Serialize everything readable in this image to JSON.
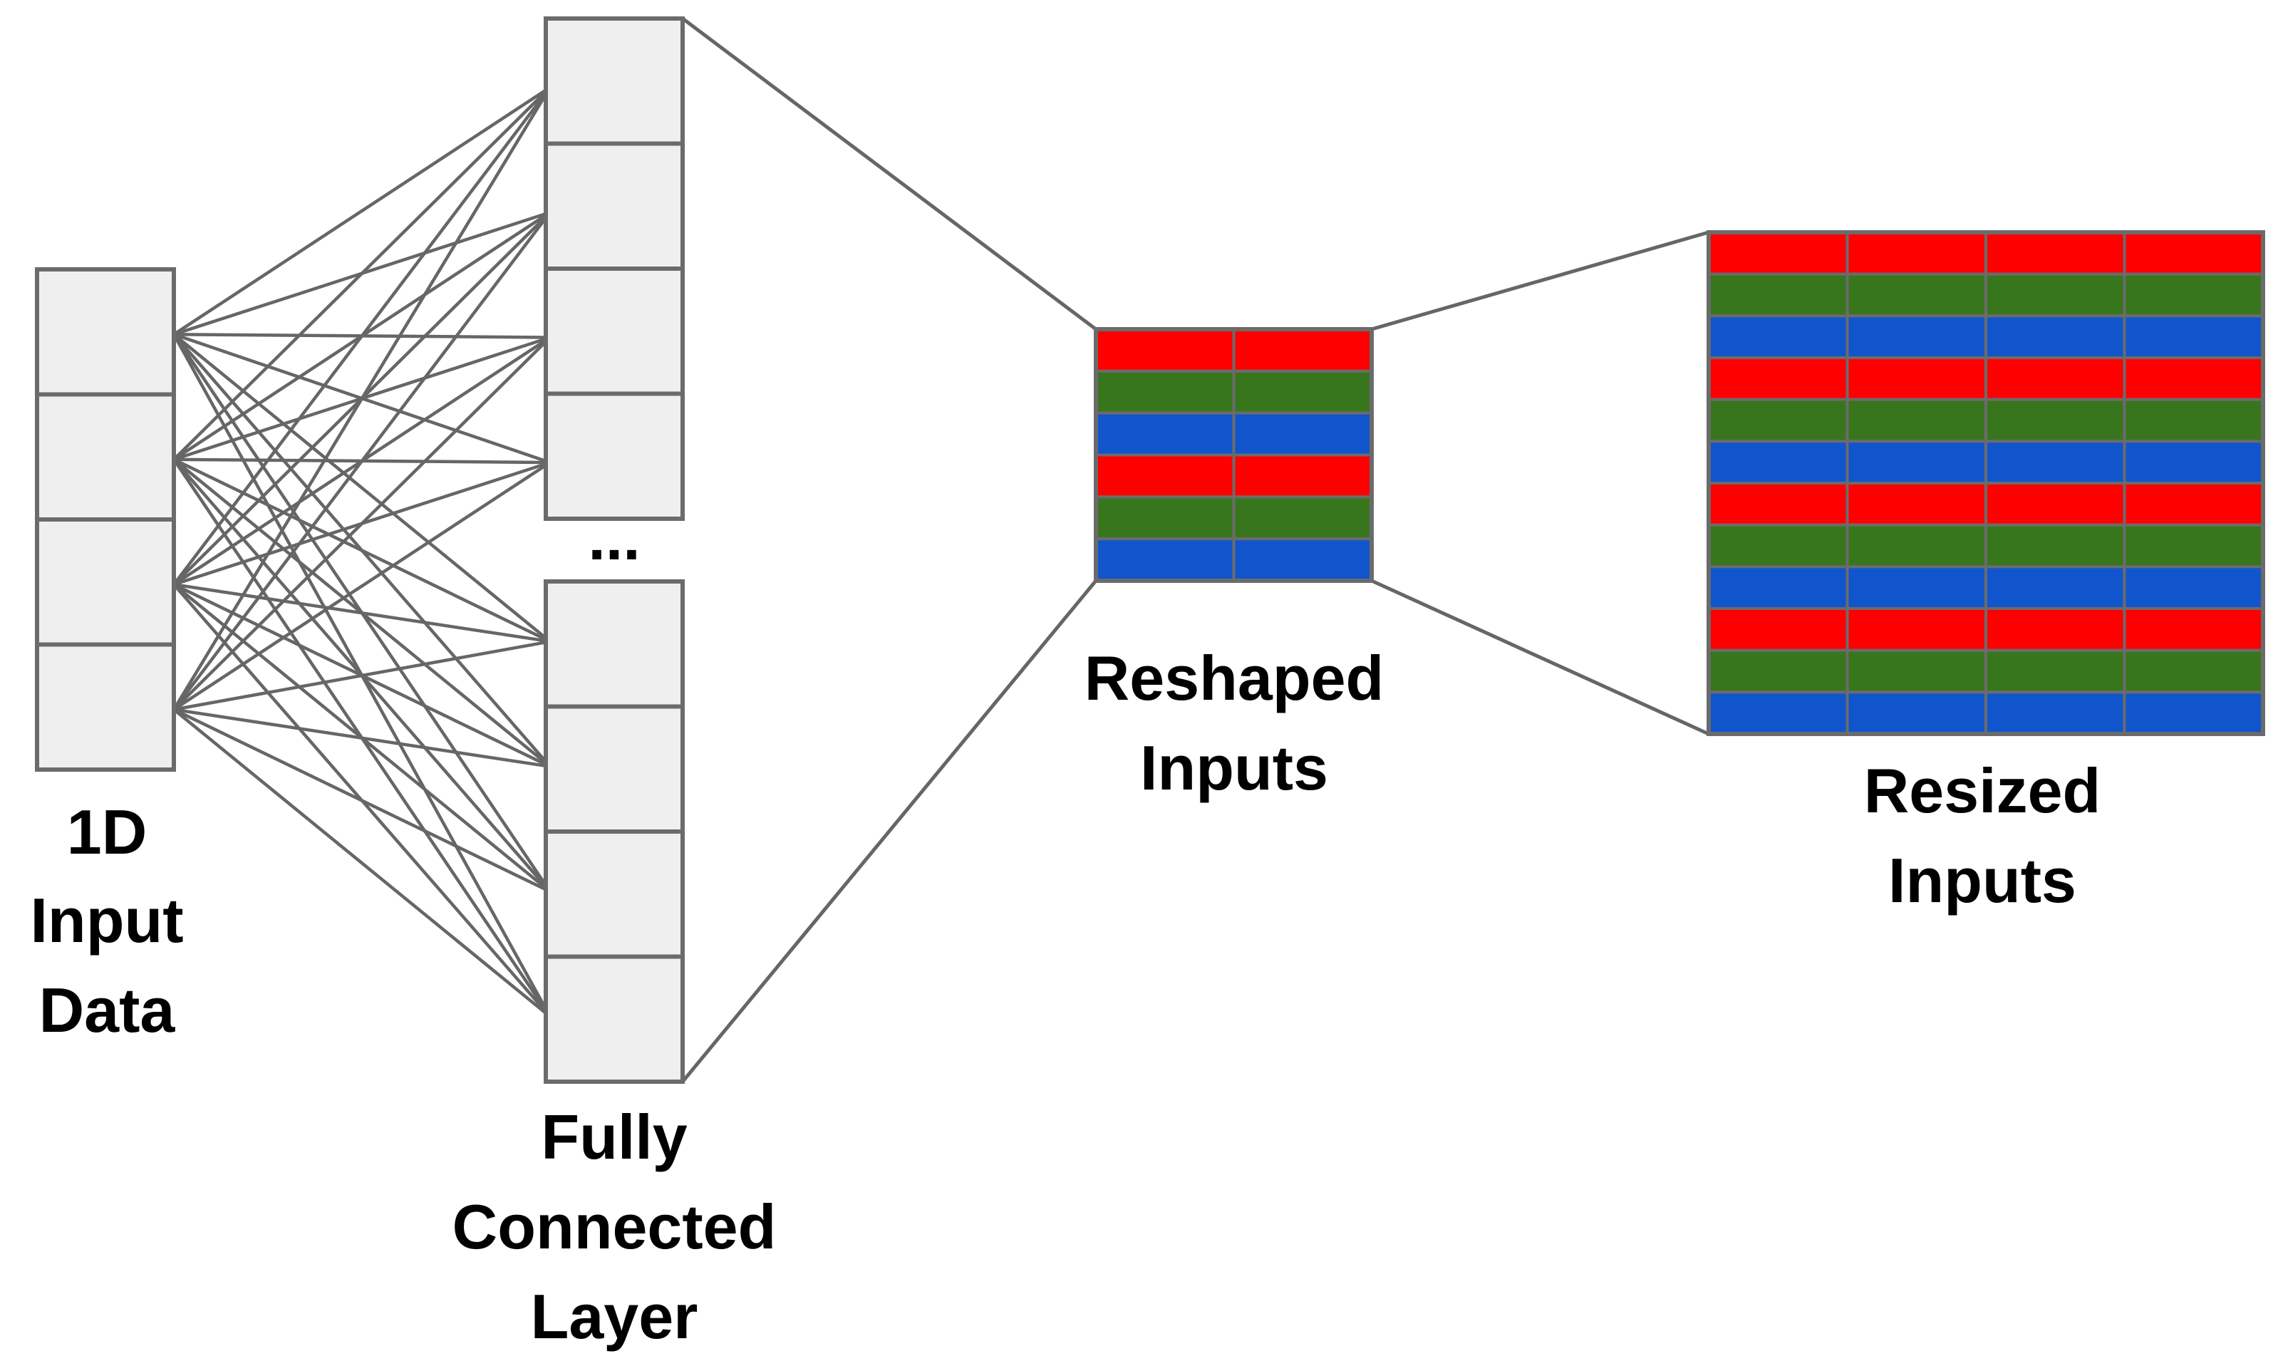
{
  "labels": {
    "input": [
      "1D",
      "Input",
      "Data"
    ],
    "fully_connected": [
      "Fully",
      "Connected",
      "Layer"
    ],
    "ellipsis": "...",
    "reshaped": [
      "Reshaped",
      "Inputs"
    ],
    "resized": [
      "Resized",
      "Inputs"
    ]
  },
  "colors": {
    "red": "#ff0000",
    "green": "#38761d",
    "blue": "#1155cc",
    "cell_fill": "#efefef",
    "cell_border": "#6b6b6b",
    "line": "#666666"
  },
  "structure": {
    "input_cells": 4,
    "fc_top_cells": 4,
    "fc_bottom_cells": 4,
    "reshaped": {
      "rows": 6,
      "cols": 2,
      "row_colors": [
        "red",
        "green",
        "blue",
        "red",
        "green",
        "blue"
      ]
    },
    "resized": {
      "rows": 12,
      "cols": 4,
      "row_colors": [
        "red",
        "green",
        "blue",
        "red",
        "green",
        "blue",
        "red",
        "green",
        "blue",
        "red",
        "green",
        "blue"
      ]
    }
  }
}
